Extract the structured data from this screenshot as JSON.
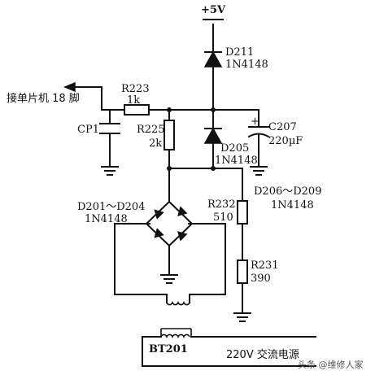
{
  "supply": {
    "label": "+5V"
  },
  "output": {
    "label": "接单片机 18 脚"
  },
  "components": {
    "r223": {
      "ref": "R223",
      "value": "1k"
    },
    "cp1": {
      "ref": "CP1"
    },
    "r225": {
      "ref": "R225",
      "value": "2k"
    },
    "d211": {
      "ref": "D211",
      "value": "1N4148"
    },
    "d205": {
      "ref": "D205",
      "value": "1N4148"
    },
    "c207": {
      "ref": "C207",
      "value": "220µF",
      "polarity": "+"
    },
    "bridge": {
      "ref": "D201～D204",
      "value": "1N4148"
    },
    "d206": {
      "ref": "D206～D209",
      "value": "1N4148"
    },
    "r232": {
      "ref": "R232",
      "value": "510"
    },
    "r231": {
      "ref": "R231",
      "value": "390"
    },
    "transformer": {
      "ref": "BT201"
    }
  },
  "source": {
    "label": "220V 交流电源"
  },
  "watermark": {
    "text": "头条 @维修人家"
  }
}
